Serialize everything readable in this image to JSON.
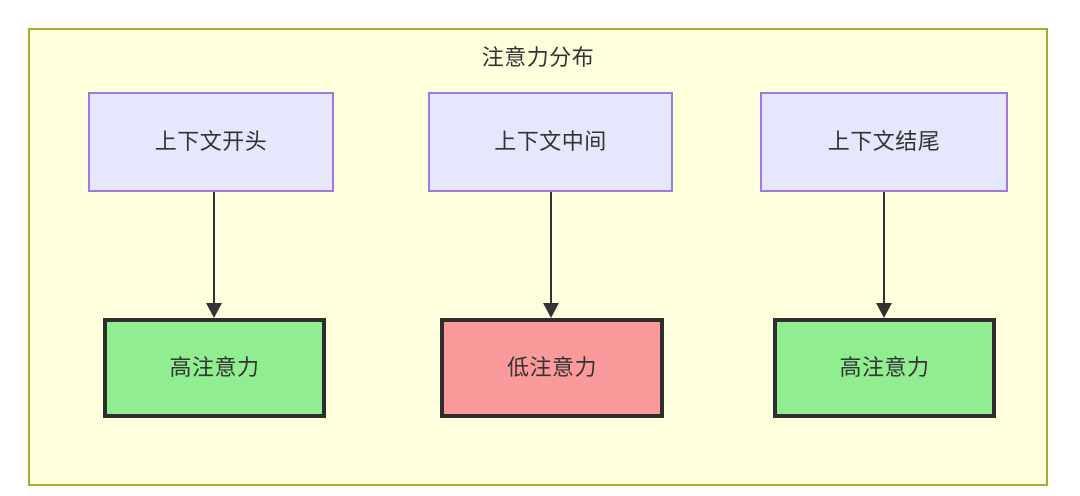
{
  "diagram": {
    "title": "注意力分布",
    "background_color": "#ffffde",
    "border_color": "#aaaa33",
    "text_color": "#333333",
    "context_node_fill": "#e6e6fd",
    "context_node_border": "#9d79e0",
    "high_attention_fill": "#90ee90",
    "low_attention_fill": "#fa9a9a",
    "attention_node_border": "#2e2e2e",
    "edge_color": "#333333"
  },
  "nodes": {
    "context": [
      {
        "id": "ctx-start",
        "label": "上下文开头"
      },
      {
        "id": "ctx-middle",
        "label": "上下文中间"
      },
      {
        "id": "ctx-end",
        "label": "上下文结尾"
      }
    ],
    "attention": [
      {
        "id": "att-start",
        "label": "高注意力",
        "level": "high"
      },
      {
        "id": "att-middle",
        "label": "低注意力",
        "level": "low"
      },
      {
        "id": "att-end",
        "label": "高注意力",
        "level": "high"
      }
    ]
  },
  "edges": [
    {
      "from": "上下文开头",
      "to": "高注意力"
    },
    {
      "from": "上下文中间",
      "to": "低注意力"
    },
    {
      "from": "上下文结尾",
      "to": "高注意力"
    }
  ]
}
